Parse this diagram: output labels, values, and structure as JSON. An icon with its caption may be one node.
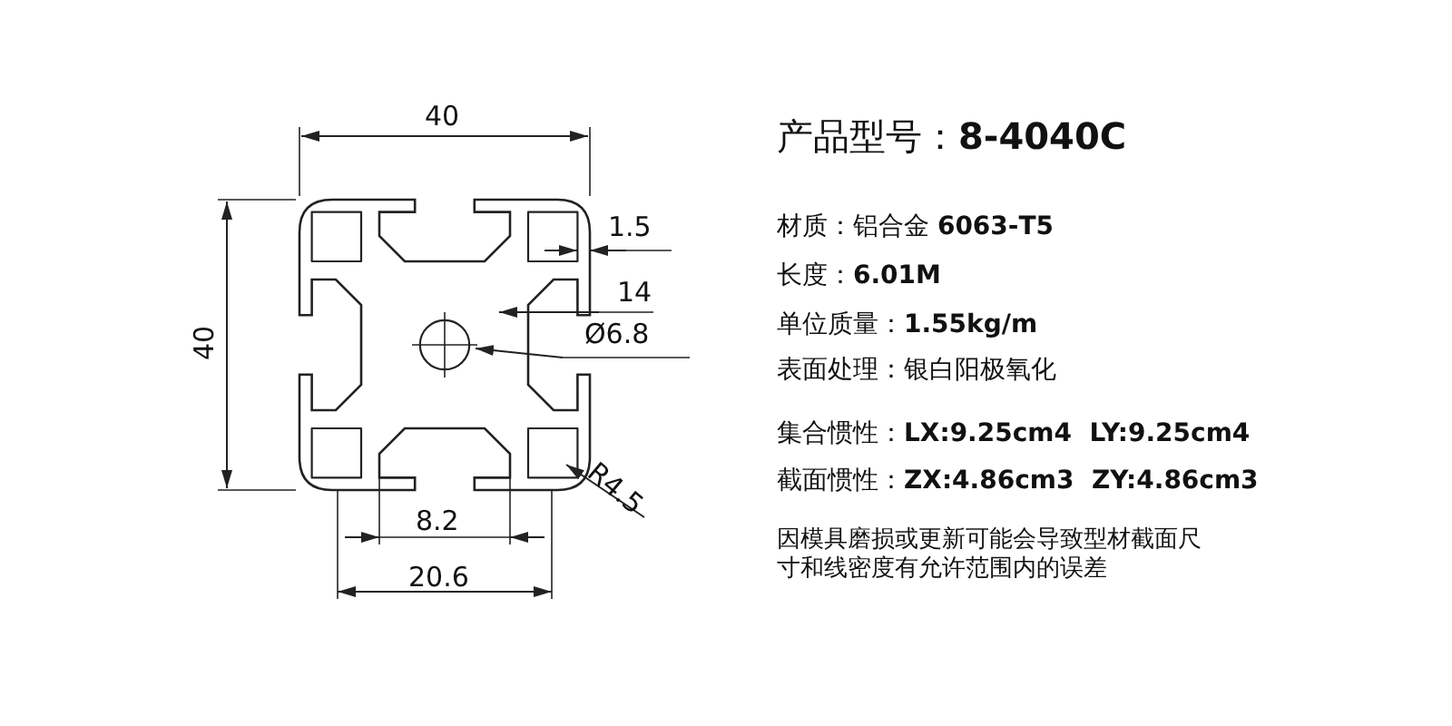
{
  "diagram": {
    "labels": [
      "40",
      "40",
      "1.5",
      "14",
      "Ø6.8",
      "R4.5",
      "8.2",
      "20.6",
      "产品型号：**8-4040C**",
      "材质：铝合金 **6063-T5**",
      "长度：**6.01M**",
      "单位质量：**1.55kg/m**",
      "表面处理：银白阳极氧化",
      "集合惯性：**LX:9.25cm4  LY:9.25cm4**",
      "截面惯性：**ZX:4.86cm3  ZY:4.86cm3**",
      "因模具磨损或更新可能会导致型材截面尺寸和线密度有允许范围内的误差"
    ]
  }
}
